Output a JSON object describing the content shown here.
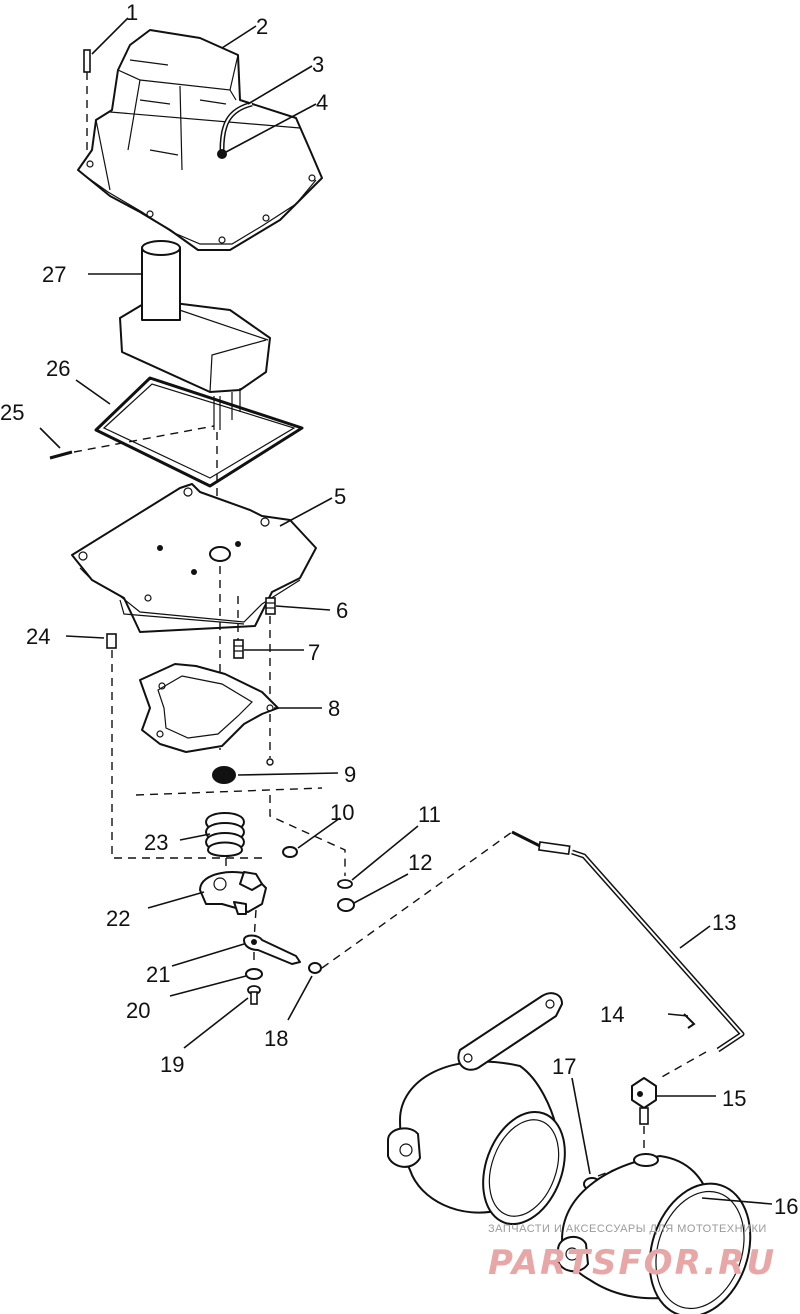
{
  "diagram": {
    "callouts": [
      {
        "id": "c1",
        "label": "1"
      },
      {
        "id": "c2",
        "label": "2"
      },
      {
        "id": "c3",
        "label": "3"
      },
      {
        "id": "c4",
        "label": "4"
      },
      {
        "id": "c5",
        "label": "5"
      },
      {
        "id": "c6",
        "label": "6"
      },
      {
        "id": "c7",
        "label": "7"
      },
      {
        "id": "c8",
        "label": "8"
      },
      {
        "id": "c9",
        "label": "9"
      },
      {
        "id": "c10",
        "label": "10"
      },
      {
        "id": "c11",
        "label": "11"
      },
      {
        "id": "c12",
        "label": "12"
      },
      {
        "id": "c13",
        "label": "13"
      },
      {
        "id": "c14",
        "label": "14"
      },
      {
        "id": "c15",
        "label": "15"
      },
      {
        "id": "c16",
        "label": "16"
      },
      {
        "id": "c17",
        "label": "17"
      },
      {
        "id": "c18",
        "label": "18"
      },
      {
        "id": "c19",
        "label": "19"
      },
      {
        "id": "c20",
        "label": "20"
      },
      {
        "id": "c21",
        "label": "21"
      },
      {
        "id": "c22",
        "label": "22"
      },
      {
        "id": "c23",
        "label": "23"
      },
      {
        "id": "c24",
        "label": "24"
      },
      {
        "id": "c25",
        "label": "25"
      },
      {
        "id": "c26",
        "label": "26"
      },
      {
        "id": "c27",
        "label": "27"
      }
    ]
  },
  "watermark": {
    "caption": "ЗАПЧАСТИ И АКСЕССУАРЫ ДЛЯ МОТОТЕХНИКИ",
    "brand": "PARTSFOR.RU"
  }
}
